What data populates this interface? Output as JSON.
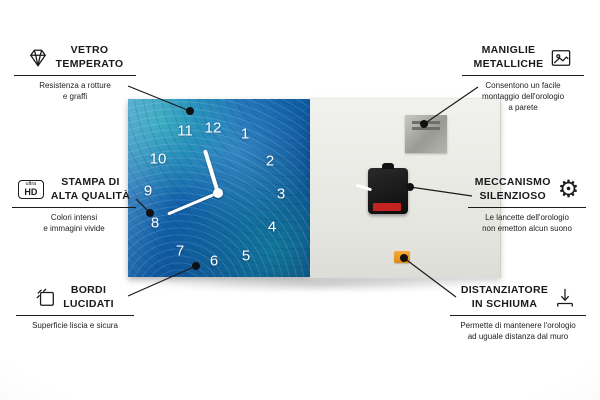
{
  "features": [
    {
      "title": "VETRO\nTEMPERATO",
      "subtitle": "Resistenza a rotture\ne graffi",
      "icon": "diamond-icon"
    },
    {
      "title": "STAMPA DI\nALTA QUALITÀ",
      "subtitle": "Colori intensi\ne immagini vivide",
      "icon": "ultra-hd-icon"
    },
    {
      "title": "BORDI\nLUCIDATI",
      "subtitle": "Superficie liscia e sicura",
      "icon": "polished-edges-icon"
    },
    {
      "title": "MANIGLIE\nMETALLICHE",
      "subtitle": "Consentono un facile\nmontaggio dell'orologio\na parete",
      "icon": "frame-hanger-icon"
    },
    {
      "title": "MECCANISMO\nSILENZIOSO",
      "subtitle": "Le lancette dell'orologio\nnon emetton alcun suono",
      "icon": "gear-icon"
    },
    {
      "title": "DISTANZIATORE\nIN SCHIUMA",
      "subtitle": "Permette di mantenere l'orologio\nad uguale distanza dal muro",
      "icon": "foam-spacer-icon"
    }
  ],
  "hd_icon": {
    "small": "ultra",
    "big": "HD"
  },
  "clock": {
    "numbers": [
      "12",
      "1",
      "2",
      "3",
      "4",
      "5",
      "6",
      "7",
      "8",
      "9",
      "10",
      "11"
    ]
  },
  "colors": {
    "clock_blue": "#1160a8",
    "clock_blue_dark": "#0b3d7c",
    "clock_teal": "#1ab9af",
    "foam_orange": "#f0a030",
    "battery_red": "#c52222",
    "line_black": "#1a1a1a"
  }
}
